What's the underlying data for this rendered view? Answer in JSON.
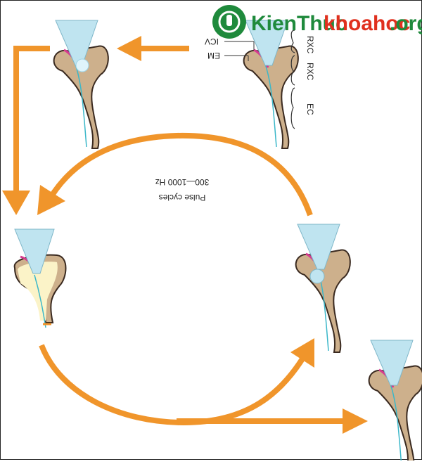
{
  "watermark": {
    "part1": "KienThuc",
    "part2": "khoahoc",
    "part3": ".org",
    "logo_icon": "lightbulb-gear-icon",
    "color_main": "#1f8a3c",
    "color_accent": "#e0301e"
  },
  "labels": {
    "icv": "ICV",
    "em": "EM",
    "rxc_top": "RXC",
    "rxc": "RXC",
    "ec": "EC"
  },
  "cycle": {
    "line1": "Pulse cycles",
    "line2": "300—1000 Hz"
  },
  "colors": {
    "arrow": "#f0952b",
    "tip": "#bfe4f0",
    "tissue": "#cdb08c",
    "membrane": "#d63a8f",
    "channel": "#3bb7c9",
    "fluid": "#fbf3c8",
    "outline": "#3a2a20"
  }
}
